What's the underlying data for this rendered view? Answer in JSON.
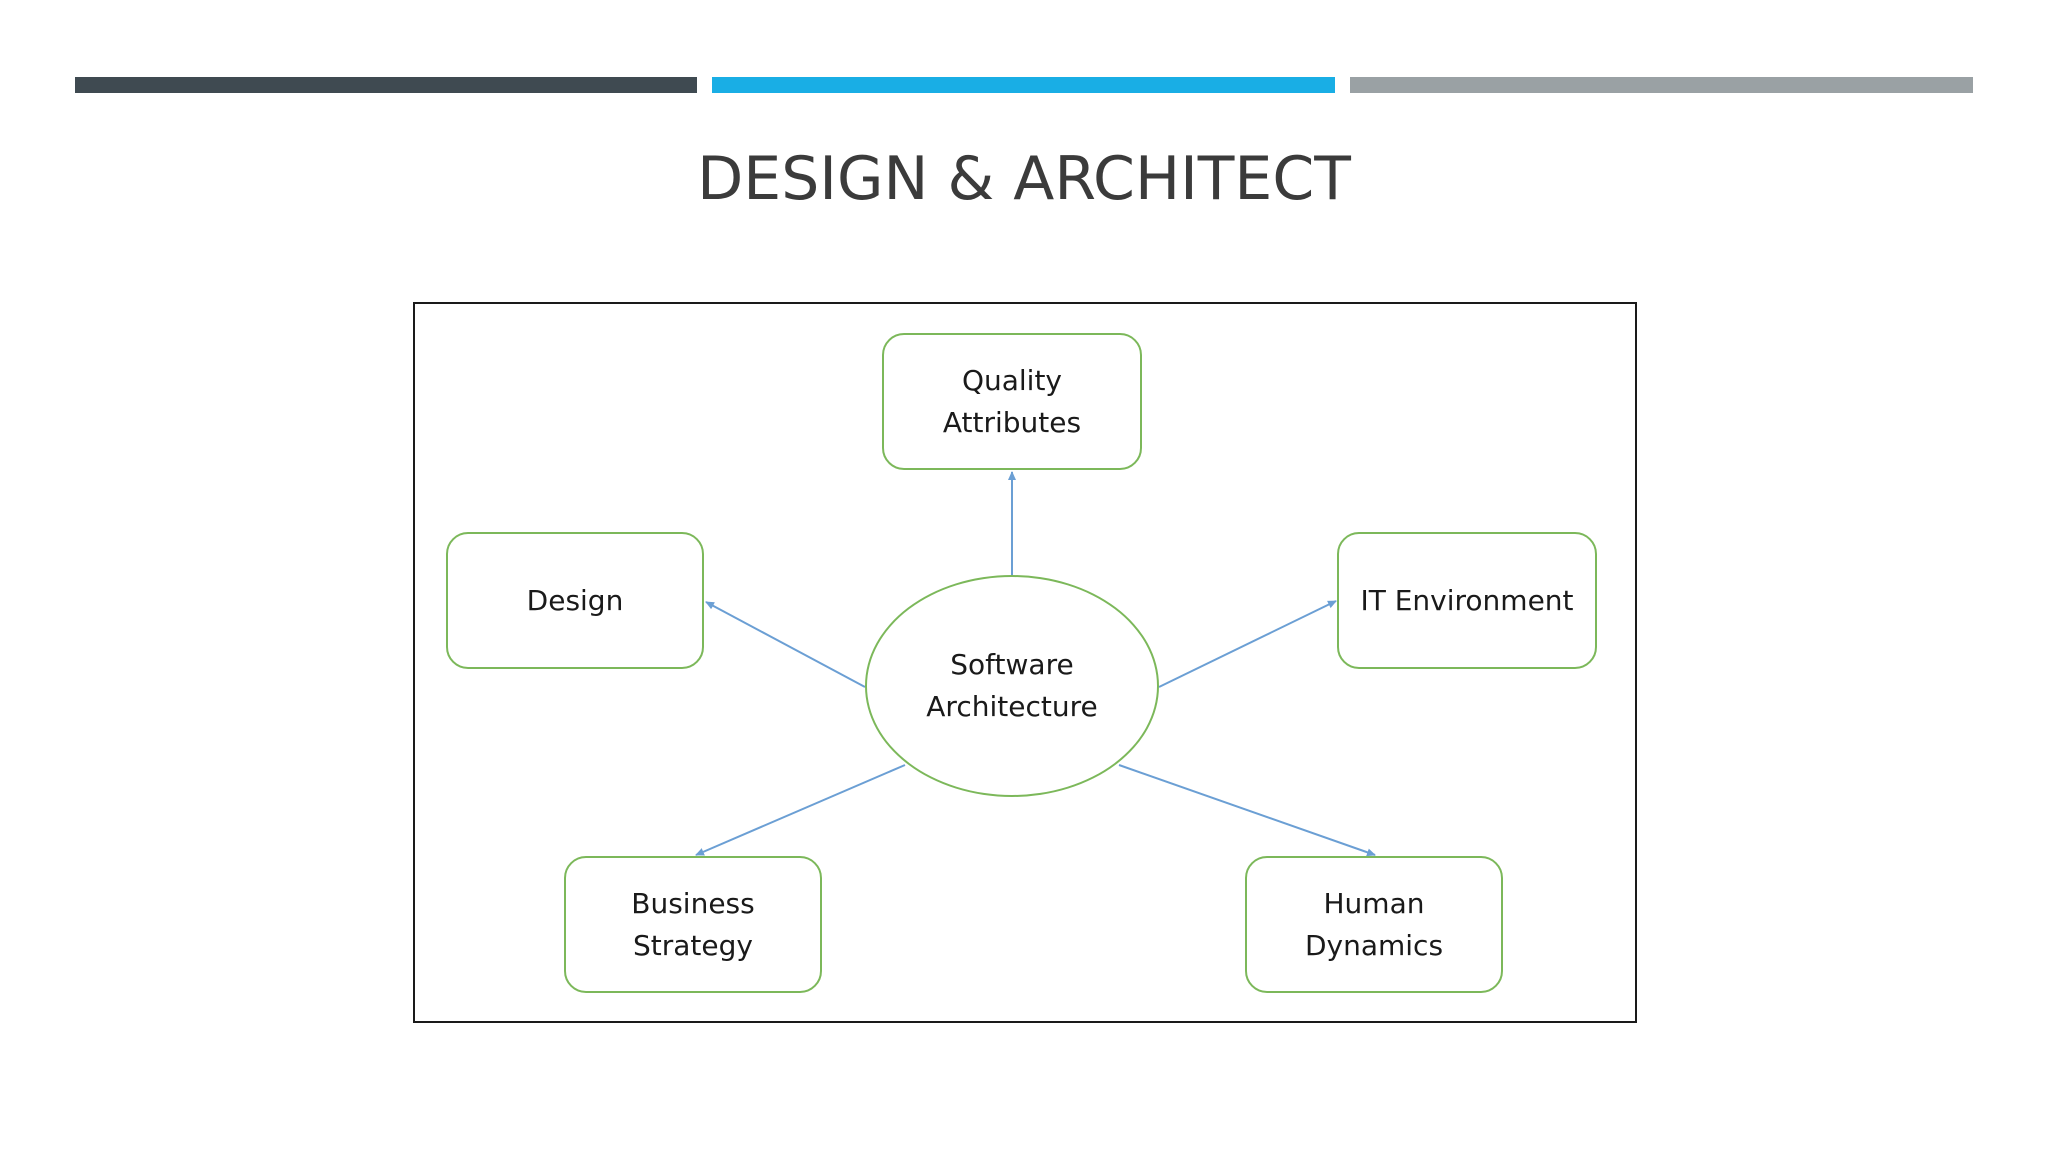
{
  "slide": {
    "title": "DESIGN & ARCHITECT"
  },
  "colors": {
    "bar_dark": "#3f4a51",
    "bar_blue": "#19aee5",
    "bar_gray": "#9aa1a4",
    "node_border": "#7cb85a",
    "arrow": "#6b9fd4"
  },
  "diagram": {
    "center": "Software\nArchitecture",
    "nodes": {
      "quality": "Quality\nAttributes",
      "design": "Design",
      "it_environment": "IT Environment",
      "business_strategy": "Business\nStrategy",
      "human_dynamics": "Human\nDynamics"
    }
  }
}
